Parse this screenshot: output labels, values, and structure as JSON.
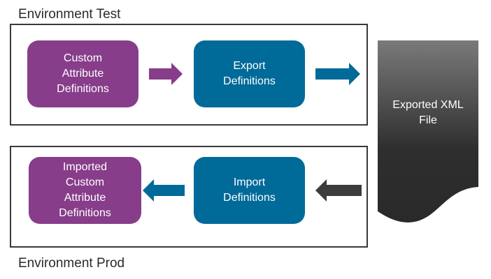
{
  "environments": {
    "test": {
      "label": "Environment Test"
    },
    "prod": {
      "label": "Environment Prod"
    }
  },
  "nodes": {
    "custom_attr_defs": {
      "lines": [
        "Custom",
        "Attribute",
        "Definitions"
      ],
      "color": "#873d8a"
    },
    "export_defs": {
      "lines": [
        "Export",
        "Definitions"
      ],
      "color": "#006a98"
    },
    "exported_xml": {
      "lines": [
        "Exported XML",
        "File"
      ],
      "gradient": [
        "#7a7a7a",
        "#2a2a2a"
      ]
    },
    "import_defs": {
      "lines": [
        "Import",
        "Definitions"
      ],
      "color": "#006a98"
    },
    "imported_custom_attr_defs": {
      "lines": [
        "Imported",
        "Custom",
        "Attribute",
        "Definitions"
      ],
      "color": "#873d8a"
    }
  },
  "arrows": {
    "purple": "#873d8a",
    "blue": "#006a98",
    "dark": "#3c3c3c"
  }
}
